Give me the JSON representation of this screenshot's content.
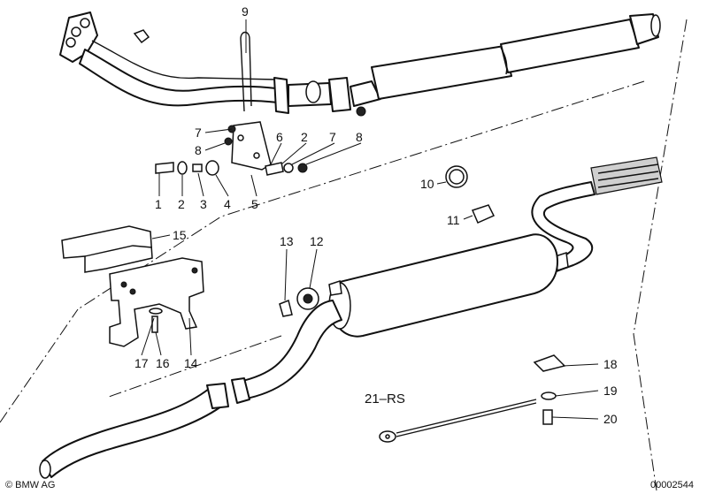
{
  "diagram": {
    "part_labels": [
      "1",
      "2",
      "3",
      "4",
      "5",
      "6",
      "2",
      "7",
      "8",
      "7",
      "8",
      "9",
      "10",
      "11",
      "12",
      "13",
      "14",
      "15",
      "16",
      "17",
      "18",
      "19",
      "20"
    ],
    "variant_label": "21–RS",
    "copyright": "© BMW AG",
    "document_number": "00002544",
    "colors": {
      "line": "#111111",
      "background": "#ffffff"
    }
  }
}
